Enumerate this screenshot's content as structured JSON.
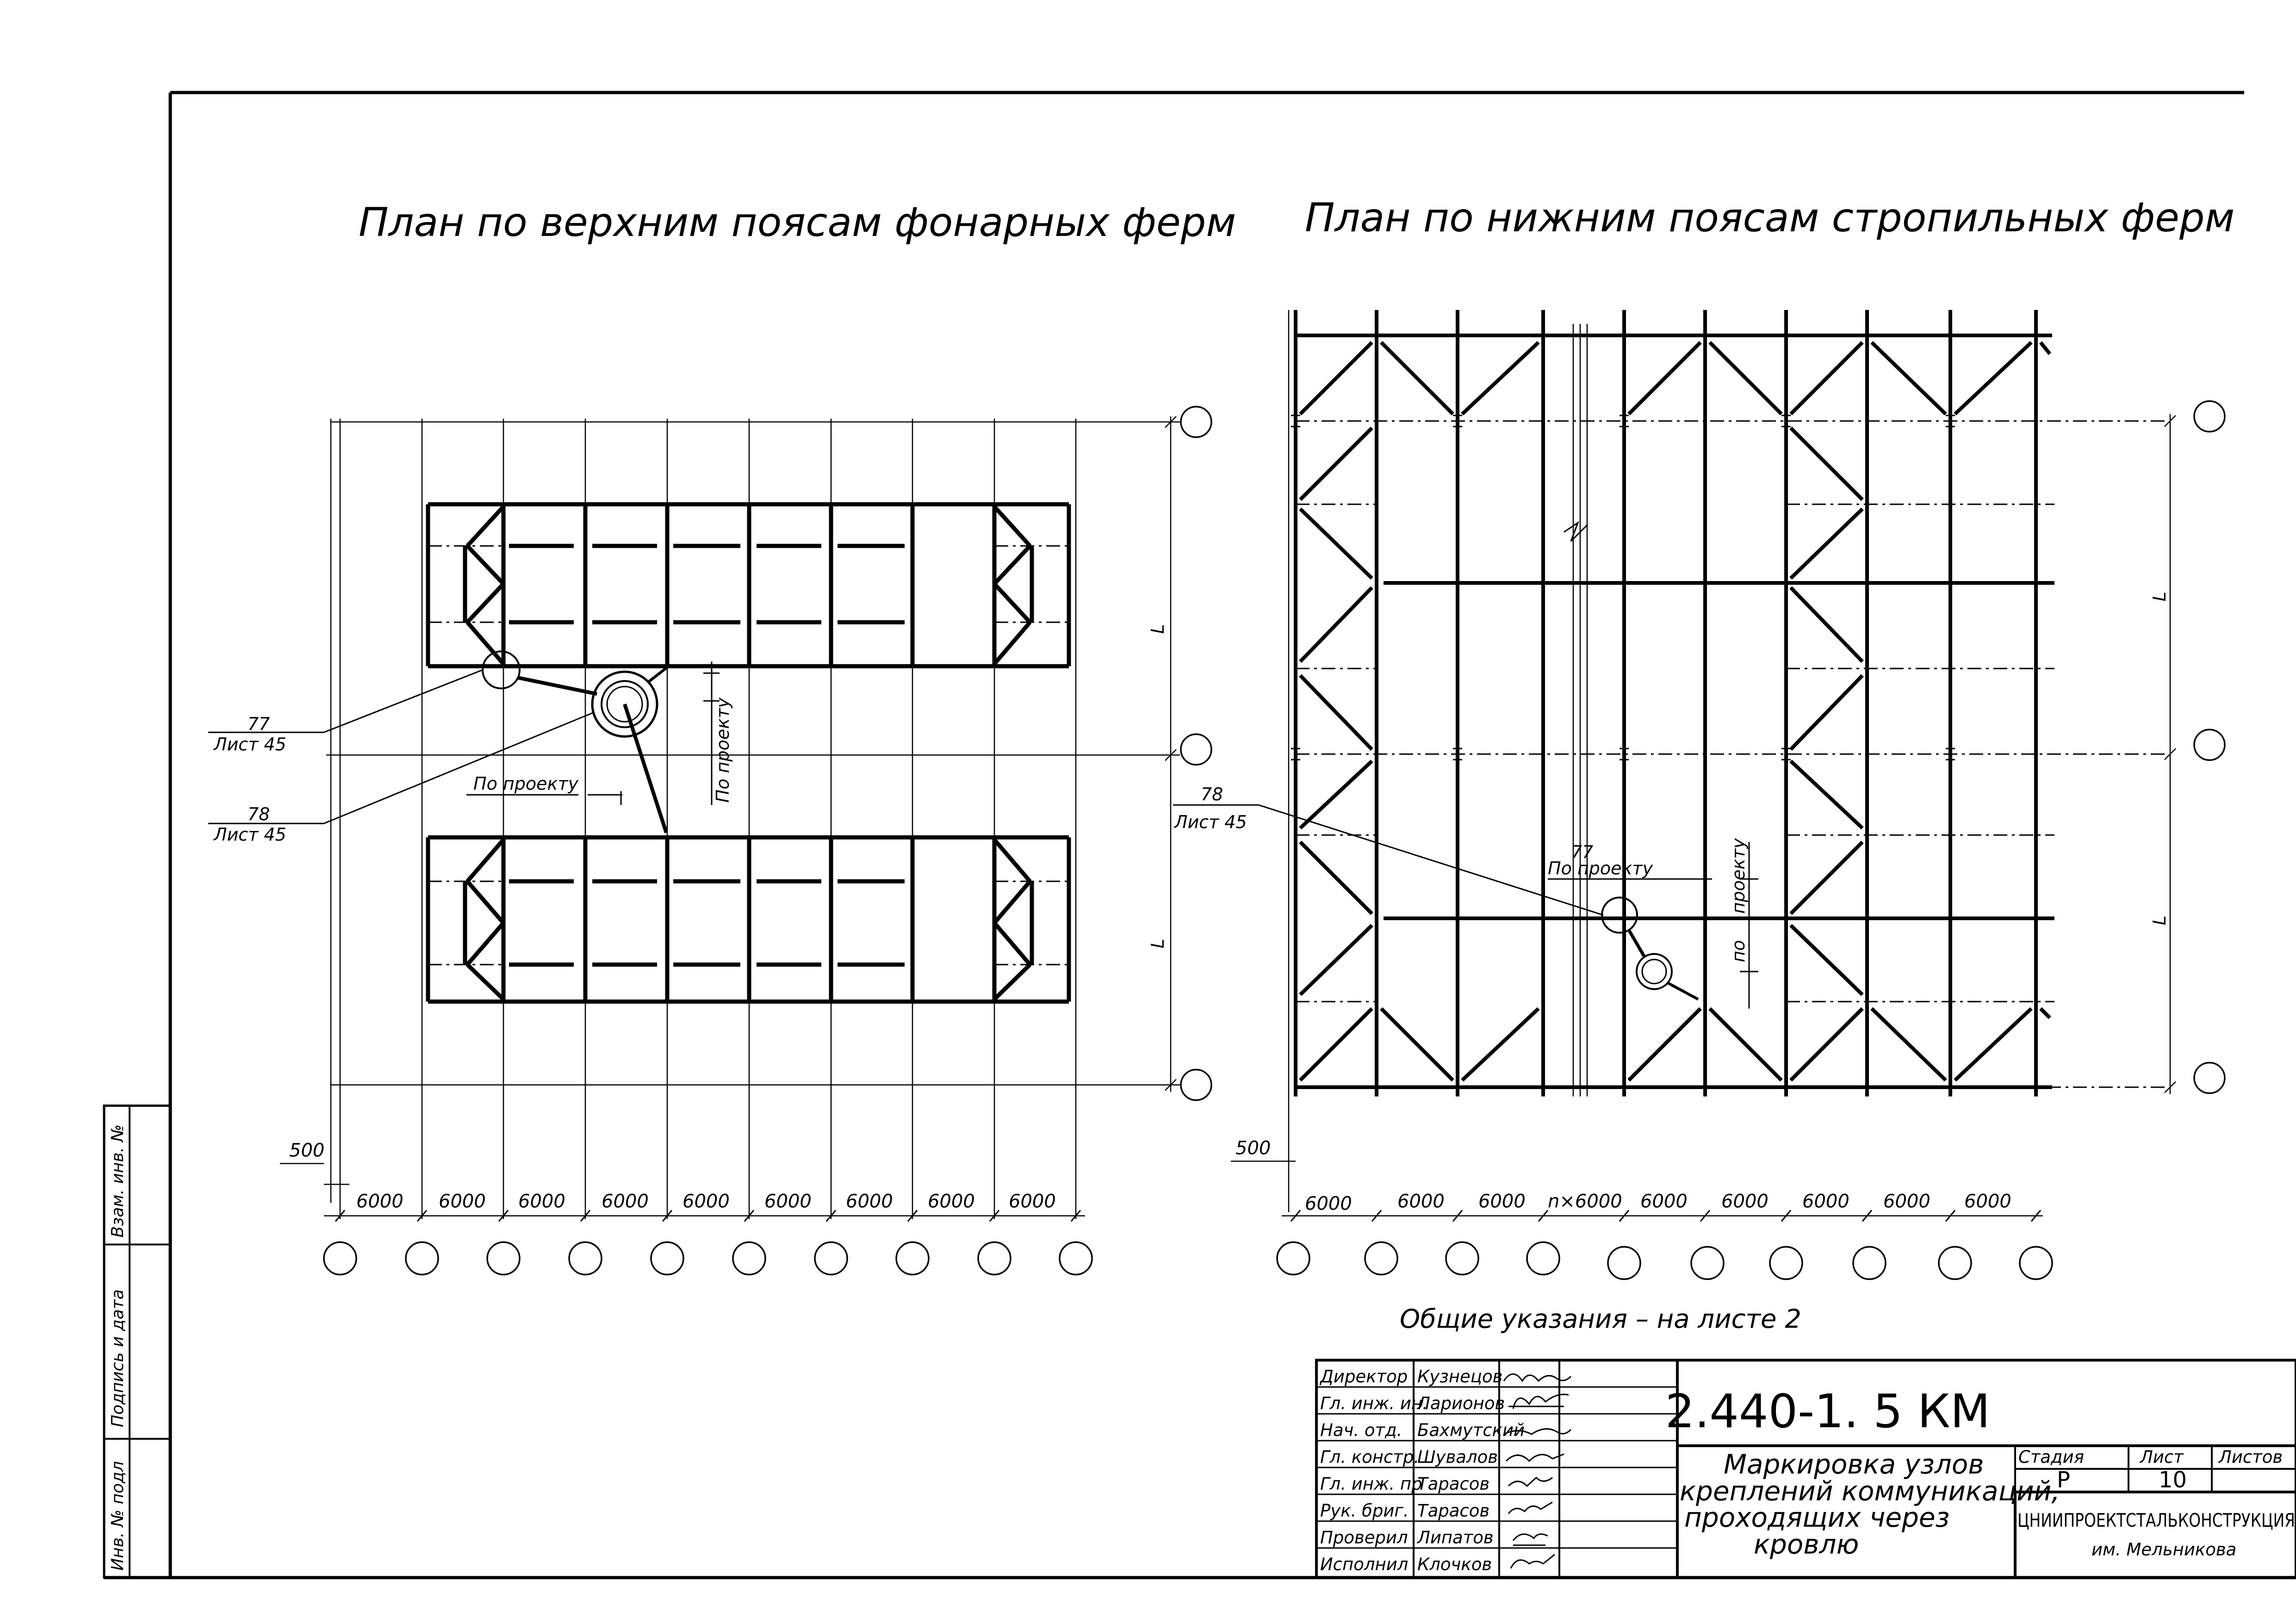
{
  "left_plan": {
    "title": "План по верхним поясам фонарных ферм",
    "dims": [
      "6000",
      "6000",
      "6000",
      "6000",
      "6000",
      "6000",
      "6000",
      "6000",
      "6000"
    ],
    "offset": "500",
    "row_dim": "L",
    "callout_77": {
      "num": "77",
      "sheet": "Лист 45"
    },
    "callout_78": {
      "num": "78",
      "sheet": "Лист 45"
    },
    "by_project_h": "По проекту",
    "by_project_v": "По проекту"
  },
  "right_plan": {
    "title": "План по нижним поясам стропильных ферм",
    "dims": [
      "6000",
      "6000",
      "6000",
      "n×6000",
      "6000",
      "6000",
      "6000",
      "6000",
      "6000"
    ],
    "offset": "500",
    "row_dim": "L",
    "callout_78": {
      "num": "78",
      "sheet": "Лист 45"
    },
    "callout_77": "77",
    "by_project_h": "По проекту",
    "by_project_v1": "по",
    "by_project_v2": "проекту"
  },
  "general_note": "Общие указания – на листе 2",
  "side_stamp": [
    "Инв. № подл",
    "Подпись и дата",
    "Взам. инв. №"
  ],
  "title_block": {
    "doc_code": "2.440-1. 5 КМ",
    "description": [
      "Маркировка узлов",
      "креплений коммуникаций,",
      "проходящих через",
      "кровлю"
    ],
    "stage_label": "Стадия",
    "sheet_label": "Лист",
    "sheets_label": "Листов",
    "stage": "Р",
    "sheet": "10",
    "sheets": "",
    "org_name": "ЦНИИПРОЕКТСТАЛЬКОНСТРУКЦИЯ",
    "org_sub": "им. Мельникова",
    "staff": [
      {
        "role": "Директор",
        "name": "Кузнецов"
      },
      {
        "role": "Гл. инж. ин.",
        "name": "Ларионов"
      },
      {
        "role": "Нач. отд.",
        "name": "Бахмутский"
      },
      {
        "role": "Гл. констр.",
        "name": "Шувалов"
      },
      {
        "role": "Гл. инж. пр",
        "name": "Тарасов"
      },
      {
        "role": "Рук. бриг.",
        "name": "Тарасов"
      },
      {
        "role": "Проверил",
        "name": "Липатов"
      },
      {
        "role": "Исполнил",
        "name": "Клочков"
      }
    ]
  }
}
